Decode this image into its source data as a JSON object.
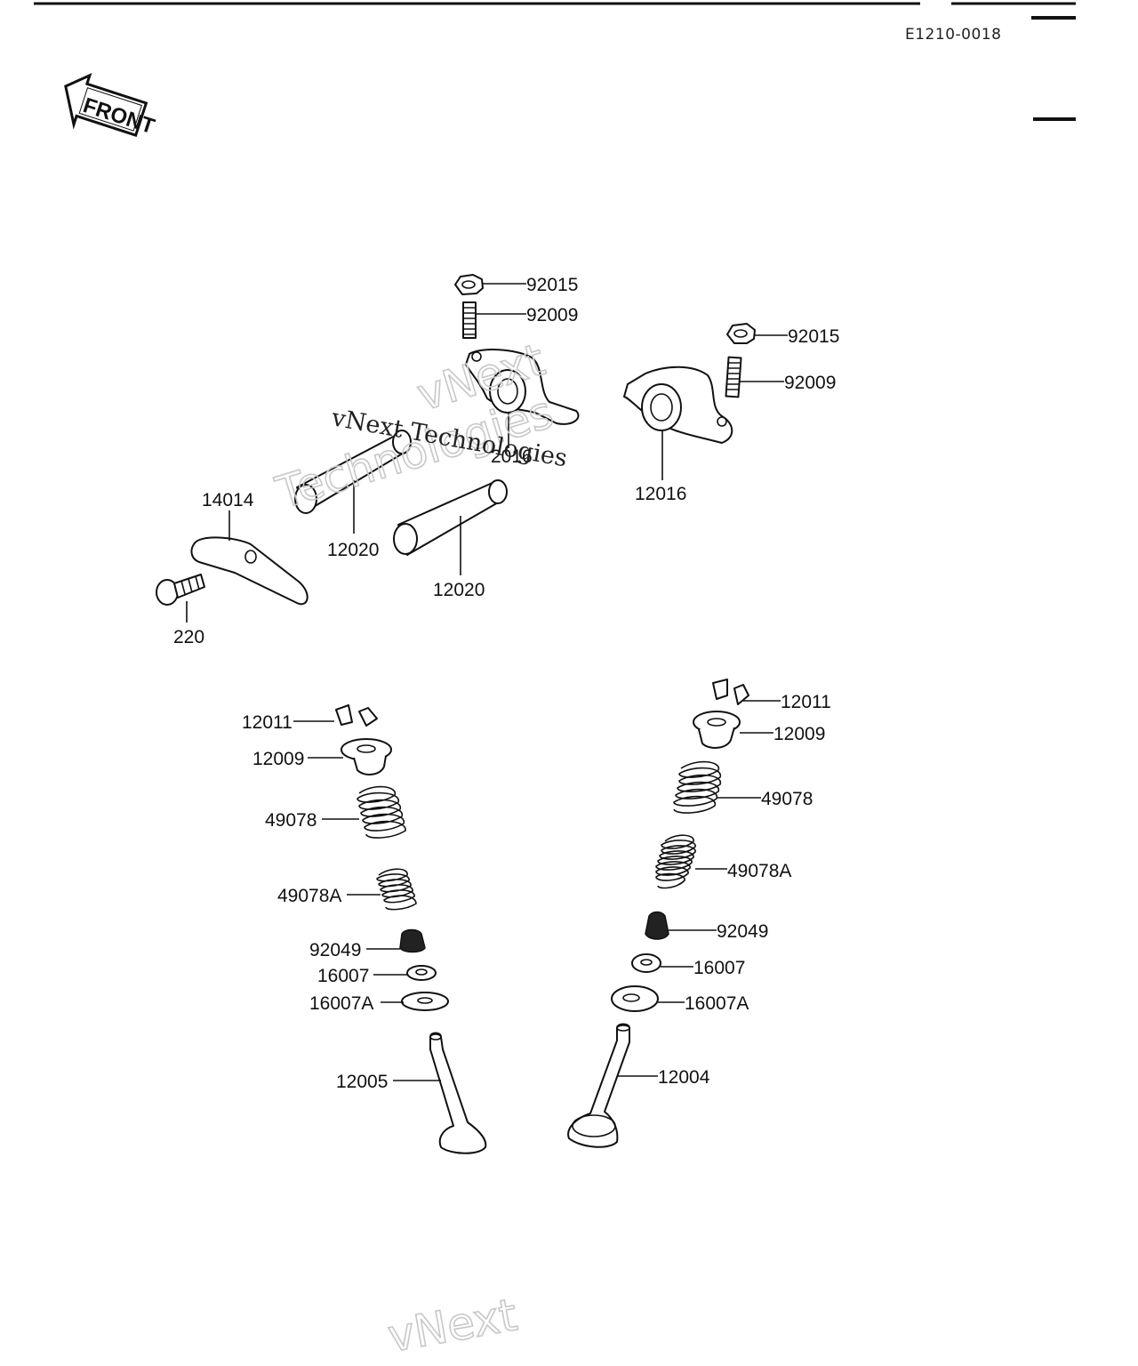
{
  "diagram": {
    "code": "E1210-0018",
    "front_arrow": "FRONT",
    "watermark_line1": "vNext Technologies",
    "watermark_line2": "vNext",
    "watermark_line3": "Technologies",
    "watermark_bottom": "vNext",
    "labels": {
      "nut_a": "92015",
      "stud_a": "92009",
      "nut_b": "92015",
      "stud_b": "92009",
      "rocker_a": "2016",
      "rocker_b": "12016",
      "plate": "14014",
      "shaft_a": "12020",
      "shaft_b": "12020",
      "bolt": "220",
      "l_collet": "12011",
      "l_retainer": "12009",
      "l_spring_outer": "49078",
      "l_spring_inner": "49078A",
      "l_seal": "92049",
      "l_seat": "16007",
      "l_seat_a": "16007A",
      "l_valve": "12005",
      "r_collet": "12011",
      "r_retainer": "12009",
      "r_spring_outer": "49078",
      "r_spring_inner": "49078A",
      "r_seal": "92049",
      "r_seat": "16007",
      "r_seat_a": "16007A",
      "r_valve": "12004"
    }
  }
}
